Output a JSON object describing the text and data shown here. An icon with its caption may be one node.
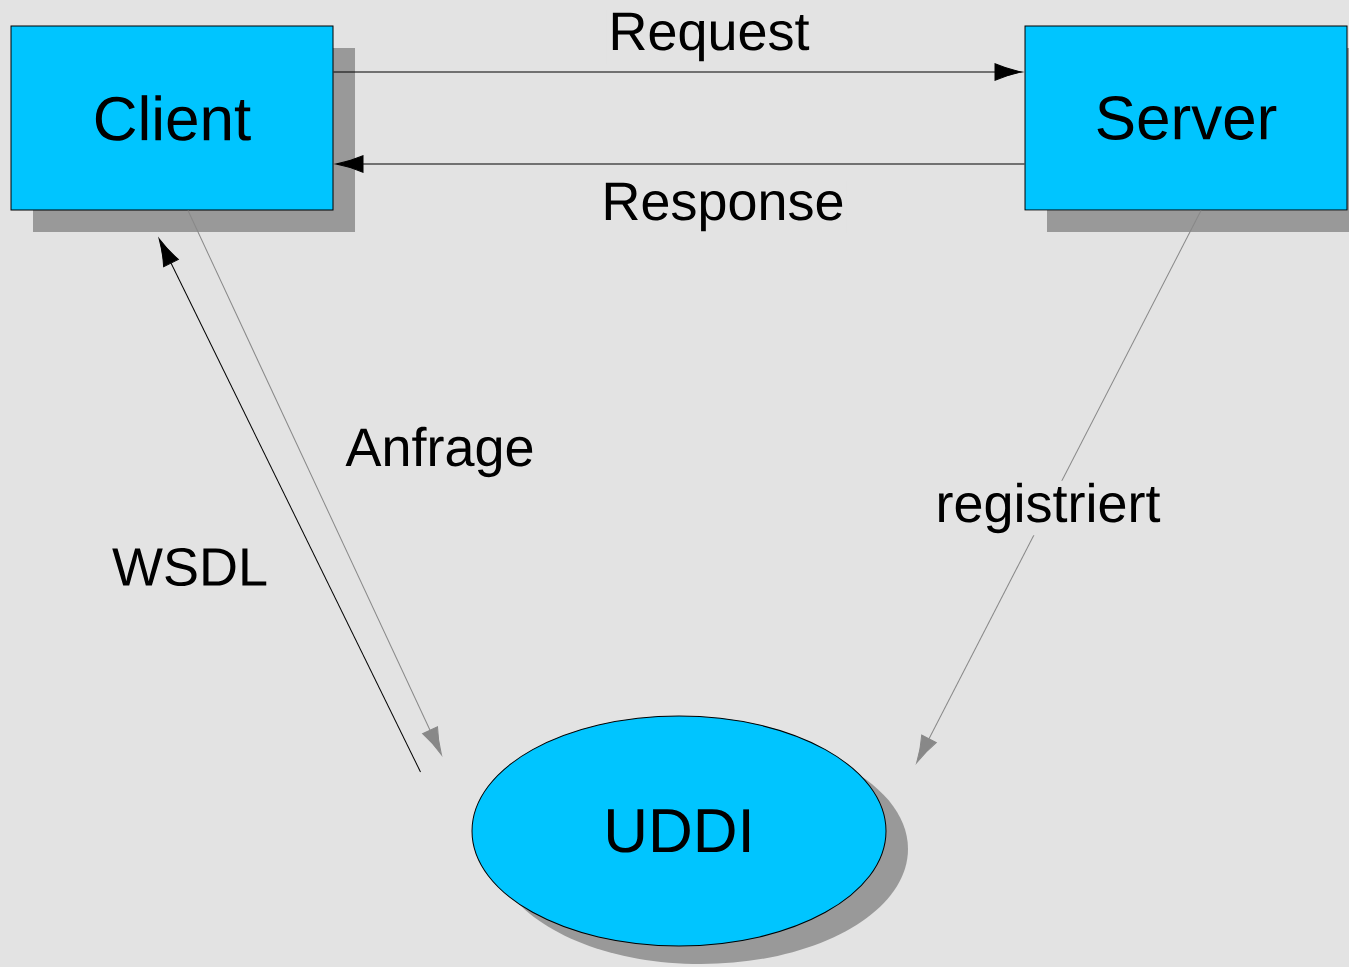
{
  "diagram": {
    "nodes": [
      {
        "text": [
          "Client"
        ]
      },
      {
        "text": [
          "Server"
        ]
      },
      {
        "text": [
          "UDDI"
        ]
      }
    ],
    "edges": [
      {
        "from": 0,
        "to": 1,
        "arrow": "to",
        "label": "Request"
      },
      {
        "from": 1,
        "to": 0,
        "arrow": "to",
        "label": "Response"
      },
      {
        "from": 0,
        "to": 2,
        "arrow": "to",
        "label": "Anfrage",
        "color": "#888888"
      },
      {
        "from": 2,
        "to": 0,
        "arrow": "to",
        "label": "WSDL"
      },
      {
        "from": 1,
        "to": 2,
        "arrow": "to",
        "label": "registriert",
        "color": "#888888"
      }
    ]
  }
}
